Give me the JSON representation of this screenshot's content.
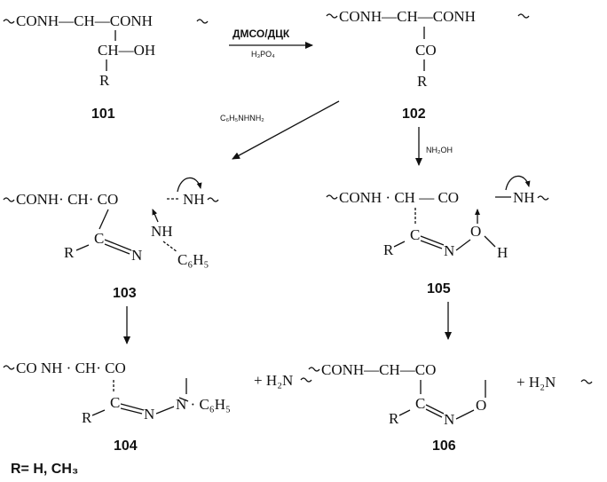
{
  "compound_101": {
    "label": "101",
    "backbone": "CONH—CH—CONH",
    "substituent": "CH—OH",
    "r": "R"
  },
  "compound_102": {
    "label": "102",
    "backbone": "CONH—CH—CONH",
    "carbonyl": "CO",
    "r": "R"
  },
  "compound_103": {
    "label": "103",
    "backbone": "CONH· CH· CO",
    "nh_end": "NH",
    "c_eq": "C",
    "n": "N",
    "nh": "NH",
    "r": "R",
    "phenyl": "C₆H₅"
  },
  "compound_104": {
    "label": "104",
    "line": "CO  NH · CH· CO",
    "c_eq": "C",
    "n1": "N",
    "n2": "N · C₆H₅",
    "r": "R",
    "byproduct": "+ H₂N"
  },
  "compound_105": {
    "label": "105",
    "backbone": "CONH · CH — CO",
    "nh_end": "NH",
    "c_eq": "C",
    "n": "N",
    "o": "O",
    "h": "H",
    "r": "R"
  },
  "compound_106": {
    "label": "106",
    "backbone": "CONH—CH—CO",
    "c_eq": "C",
    "n": "N",
    "o": "O",
    "r": "R",
    "byproduct": "+ H₂N"
  },
  "reagents": {
    "oxidation_top": "ДМСО/ДЦК",
    "oxidation_bottom": "H₃PO₄",
    "hydrazine": "C₆H₅NHNH₂",
    "hydroxylamine": "NH₂OH"
  },
  "footnote": "R= H, CH₃"
}
